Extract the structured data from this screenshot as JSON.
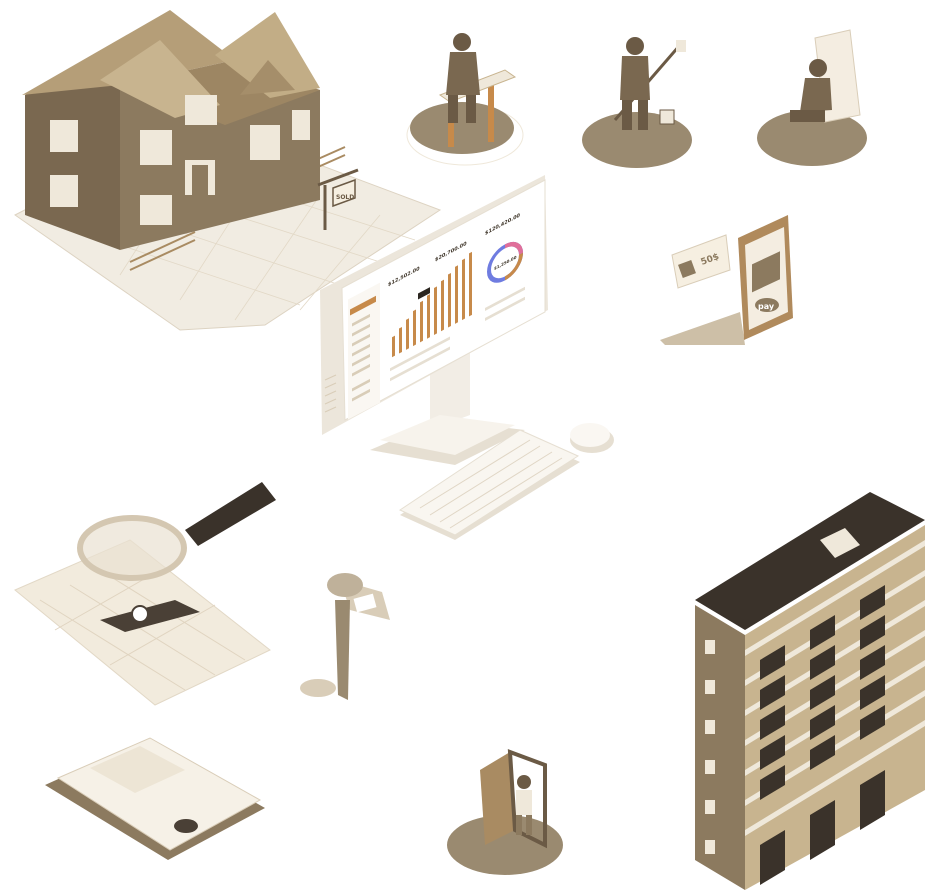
{
  "illustration": {
    "house": {
      "sign_text": "SOLD"
    },
    "payment": {
      "ticket_amount": "50$",
      "phone_button": "pay"
    },
    "dashboard": {
      "stat_1": "$12,502.00",
      "stat_2": "$20,700.00",
      "stat_3": "$120,420.00",
      "donut_center": "$1,250.00"
    }
  },
  "colors": {
    "brown_dark": "#6b5a45",
    "brown_mid": "#8c7a5f",
    "tan": "#c8b48f",
    "cream": "#efe8da",
    "accent_orange": "#c78a4a",
    "shadow": "#d9cdb8"
  }
}
